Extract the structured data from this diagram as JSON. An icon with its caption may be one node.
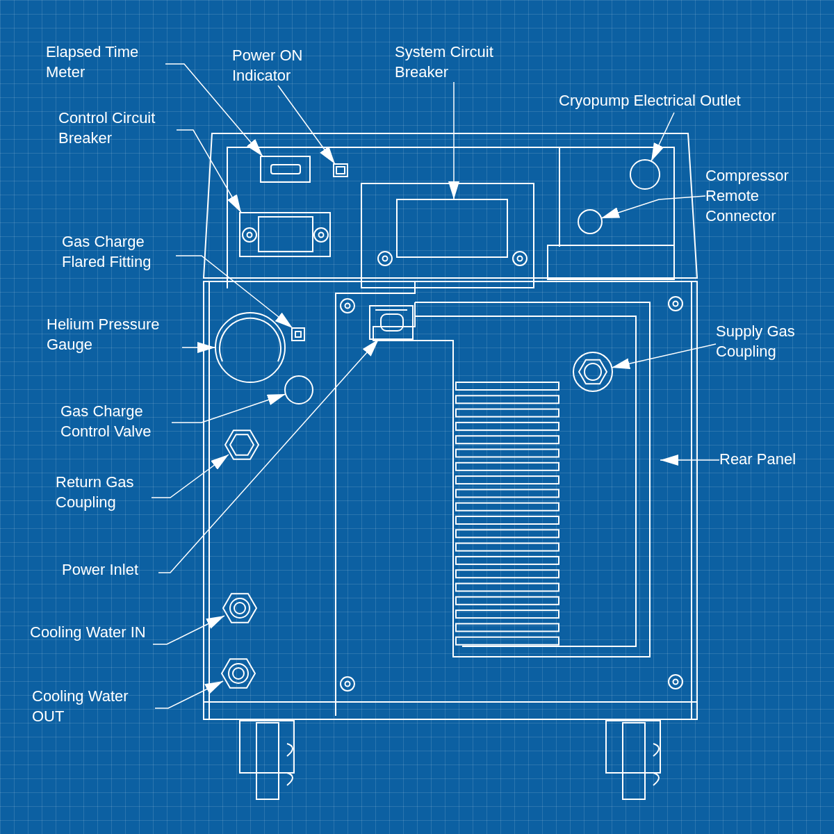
{
  "diagram": {
    "nodes": [
      {
        "text": [
          "Elapsed Time Meter"
        ]
      },
      {
        "text": [],
        "shape": "box"
      },
      {
        "text": [
          "Power ON Indicator"
        ]
      },
      {
        "text": [],
        "shape": "box"
      },
      {
        "text": [
          "System Circuit Breaker"
        ]
      },
      {
        "text": [],
        "shape": "box"
      },
      {
        "text": [
          "Cryopump Electrical Outlet"
        ]
      },
      {
        "text": [],
        "shape": "circle"
      },
      {
        "text": [
          "Control Circuit Breaker"
        ]
      },
      {
        "text": [],
        "shape": "box"
      },
      {
        "text": [
          "Compressor Remote Connector"
        ]
      },
      {
        "text": [],
        "shape": "circle"
      },
      {
        "text": [
          "Gas Charge Flared Fitting"
        ]
      },
      {
        "text": [],
        "shape": "box"
      },
      {
        "text": [
          "Helium Pressure Gauge"
        ]
      },
      {
        "text": [],
        "shape": "circle"
      },
      {
        "text": [
          "Supply Gas Coupling"
        ]
      },
      {
        "text": [],
        "shape": "circle"
      },
      {
        "text": [
          "Gas Charge Control Valve"
        ]
      },
      {
        "text": [],
        "shape": "circle"
      },
      {
        "text": [
          "Rear Panel"
        ]
      },
      {
        "text": [
          "Return Gas Coupling"
        ]
      },
      {
        "text": [],
        "shape": "hexagon"
      },
      {
        "text": [
          "Power Inlet"
        ]
      },
      {
        "text": [],
        "shape": "box"
      },
      {
        "text": [
          "Cooling Water IN"
        ]
      },
      {
        "text": [],
        "shape": "hexagon"
      },
      {
        "text": [
          "Cooling Water OUT"
        ]
      },
      {
        "text": [],
        "shape": "hexagon"
      }
    ],
    "edges": [
      {
        "from": 0,
        "to": 1,
        "arrow": "to"
      },
      {
        "from": 2,
        "to": 3,
        "arrow": "to"
      },
      {
        "from": 4,
        "to": 5,
        "arrow": "to"
      },
      {
        "from": 6,
        "to": 7,
        "arrow": "to"
      },
      {
        "from": 8,
        "to": 9,
        "arrow": "to"
      },
      {
        "from": 10,
        "to": 11,
        "arrow": "to"
      },
      {
        "from": 12,
        "to": 13,
        "arrow": "to"
      },
      {
        "from": 14,
        "to": 15,
        "arrow": "to"
      },
      {
        "from": 16,
        "to": 17,
        "arrow": "to"
      },
      {
        "from": 18,
        "to": 19,
        "arrow": "to"
      },
      {
        "from": 20,
        "to": null,
        "arrow": "to"
      },
      {
        "from": 21,
        "to": 22,
        "arrow": "to"
      },
      {
        "from": 23,
        "to": 24,
        "arrow": "to"
      },
      {
        "from": 25,
        "to": 26,
        "arrow": "to"
      },
      {
        "from": 27,
        "to": 28,
        "arrow": "to"
      }
    ]
  }
}
